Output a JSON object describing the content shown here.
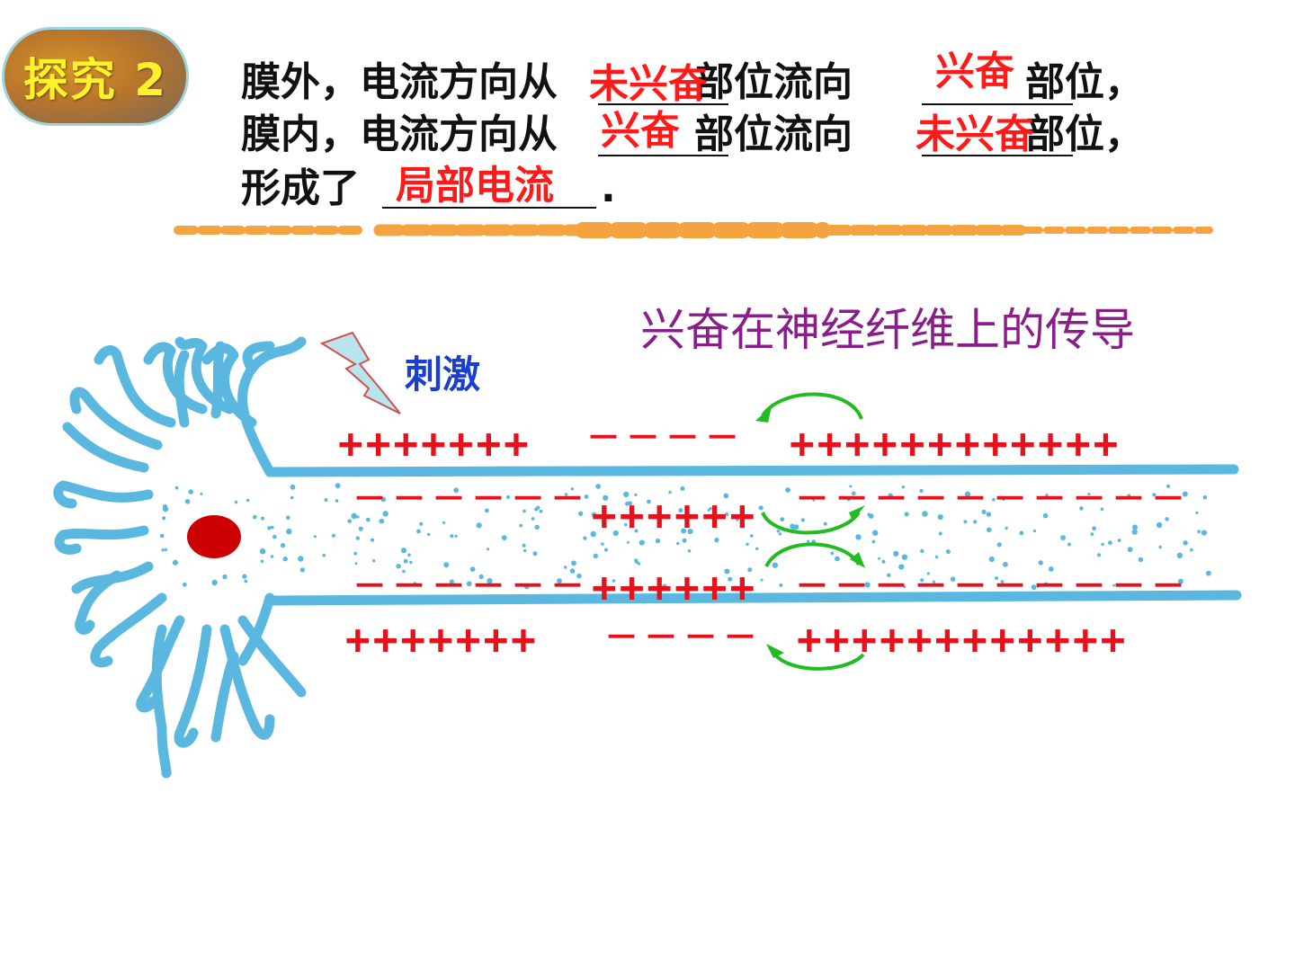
{
  "badge": {
    "label": "探究 2"
  },
  "question": {
    "line1": {
      "a": "膜外，电流方向从",
      "b": "部位流向",
      "c": "部位，"
    },
    "line2": {
      "a": "膜内，电流方向从",
      "b": "部位流向",
      "c": "部位，"
    },
    "line3": {
      "a": "形成了",
      "end": "."
    },
    "answers": {
      "outer_from": "未兴奋",
      "outer_to": "兴奋",
      "inner_from": "兴奋",
      "inner_to": "未兴奋",
      "result": "局部电流"
    }
  },
  "diagram": {
    "title": "兴奋在神经纤维上的传导",
    "stimulus_label": "刺激",
    "charges": {
      "top_outer_left": "+++++++",
      "top_outer_mid": "－－－－",
      "top_outer_right": "++++++++++++",
      "top_inner_left": "－－－－－－",
      "top_inner_mid": "++++++",
      "top_inner_right": "－－－－－－－－－－",
      "bot_inner_left": "－－－－－－",
      "bot_inner_mid": "++++++",
      "bot_inner_right": "－－－－－－－－－－",
      "bot_outer_left": "+++++++",
      "bot_outer_mid": "－－－－",
      "bot_outer_right": "++++++++++++"
    },
    "colors": {
      "neuron": "#5ab8e0",
      "nucleus": "#cc0000",
      "charge": "#e4121c",
      "arrow": "#22bb22",
      "divider": "#f5a340"
    }
  }
}
